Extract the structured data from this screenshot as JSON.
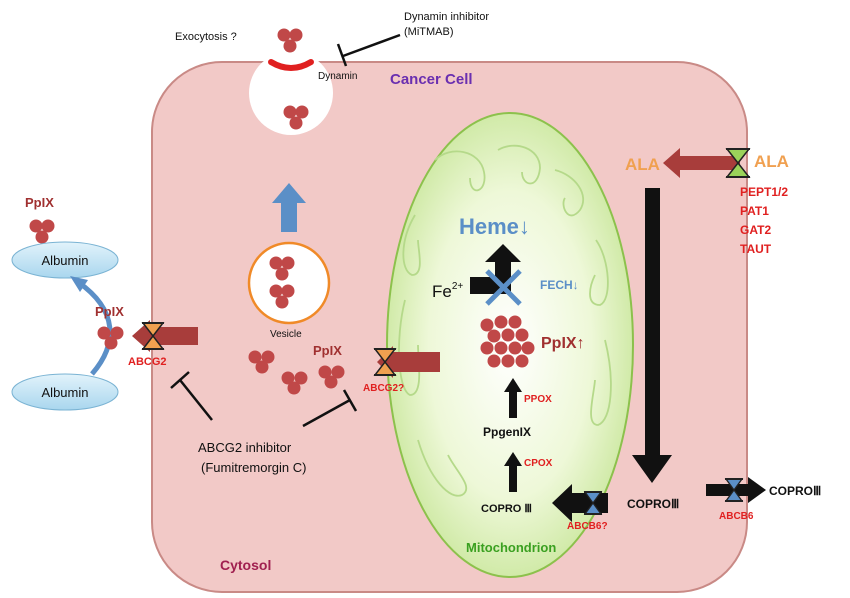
{
  "labels": {
    "exocytosis": "Exocytosis ?",
    "dynamin_inhibitor_line1": "Dynamin inhibitor",
    "dynamin_inhibitor_line2": "(MiTMAB)",
    "dynamin": "Dynamin",
    "cancer_cell": "Cancer Cell",
    "vesicle": "Vesicle",
    "ppix_outside": "PpIX",
    "albumin_top": "Albumin",
    "albumin_bottom": "Albumin",
    "ppix_membrane": "PpIX",
    "abcg2": "ABCG2",
    "ppix_cytosol": "PpIX",
    "abcg2_question": "ABCG2?",
    "inhibitor_line1": "ABCG2 inhibitor",
    "inhibitor_line2": "(Fumitremorgin C)",
    "heme": "Heme↓",
    "fe": "Fe",
    "fe_sup": "2+",
    "fech": "FECH↓",
    "ppix_mito": "PpIX↑",
    "ppox": "PPOX",
    "ppgenix": "PpgenIX",
    "cpox": "CPOX",
    "copro_mito": "COPRO Ⅲ",
    "abcb6_question": "ABCB6?",
    "mitochondrion": "Mitochondrion",
    "ala_inner": "ALA",
    "ala_outer": "ALA",
    "transporters": [
      "PEPT1/2",
      "PAT1",
      "GAT2",
      "TAUT"
    ],
    "copro_cytosol": "COPROⅢ",
    "copro_outside": "COPROⅢ",
    "abcb6": "ABCB6",
    "cytosol": "Cytosol"
  },
  "colors": {
    "cell_fill": "#f2c9c7",
    "cell_stroke": "#c77c78",
    "mito_fill": "#e8f5c8",
    "mito_stroke": "#8cc14c",
    "molecule": "#c04848",
    "transport_arrow": "#a83d3b",
    "blue_arrow": "#5b8fc7",
    "albumin": "#bfe0f2",
    "red_label": "#e02020",
    "purple": "#6a2fb0",
    "orange": "#f0a050",
    "green_label": "#3aa020",
    "blue_label": "#5b8fc7",
    "dark_red": "#a03030",
    "cytosol_label": "#a02050"
  },
  "icons": {
    "transporter_orange": "hourglass-transporter-icon",
    "transporter_green": "hourglass-transporter-icon",
    "transporter_blue": "hourglass-transporter-icon",
    "inhibition": "t-bar-inhibition-icon"
  }
}
